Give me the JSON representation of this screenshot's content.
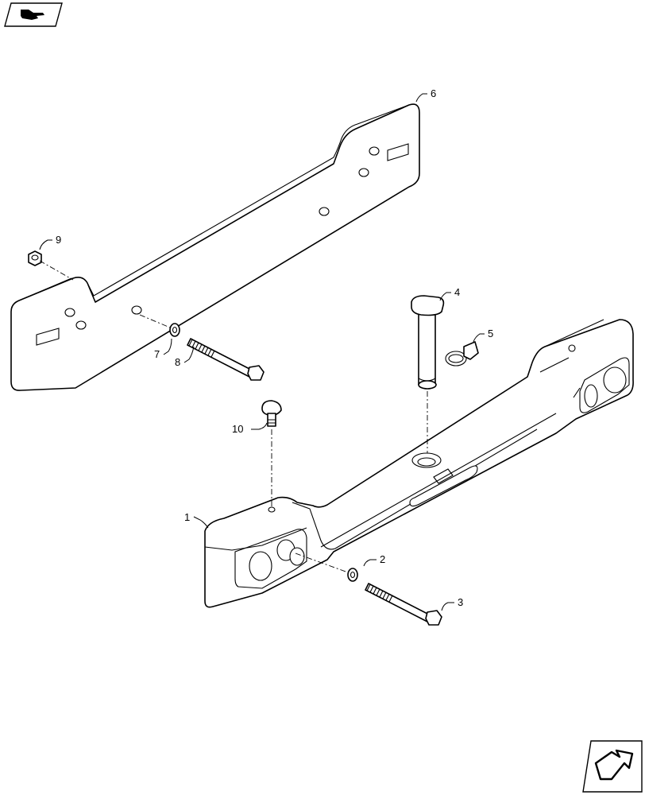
{
  "callouts": {
    "c1": "1",
    "c2": "2",
    "c3": "3",
    "c4": "4",
    "c5": "5",
    "c6": "6",
    "c7": "7",
    "c8": "8",
    "c9": "9",
    "c10": "10"
  },
  "icons": {
    "top_left": "hand-pointing-right-icon",
    "bottom_right": "next-page-arrow-icon"
  }
}
